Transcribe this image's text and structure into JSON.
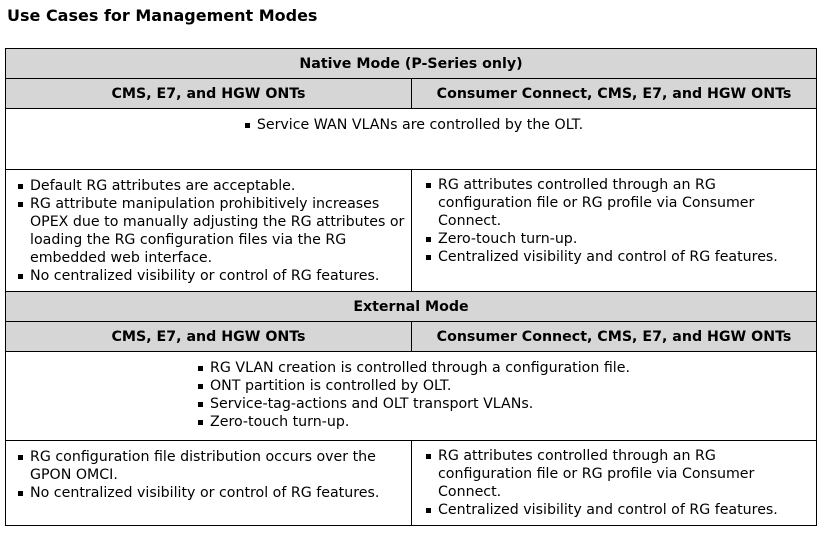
{
  "title": "Use Cases for Management Modes",
  "native": {
    "header": "Native Mode (P-Series only)",
    "col_left": "CMS, E7, and HGW ONTs",
    "col_right": "Consumer Connect, CMS, E7, and HGW ONTs",
    "shared": [
      "Service WAN VLANs are controlled by the OLT."
    ],
    "left": [
      "Default RG attributes are acceptable.",
      "RG attribute manipulation prohibitively increases OPEX due to manually adjusting the RG attributes or loading the RG configuration files via the RG embedded web interface.",
      "No centralized visibility or control of RG features."
    ],
    "right": [
      "RG attributes controlled through an RG configuration file or RG profile via Consumer Connect.",
      "Zero-touch turn-up.",
      "Centralized visibility and control of RG features."
    ]
  },
  "external": {
    "header": "External Mode",
    "col_left": "CMS, E7, and HGW ONTs",
    "col_right": "Consumer Connect, CMS, E7, and HGW ONTs",
    "shared": [
      "RG VLAN creation is controlled through a configuration file.",
      "ONT partition is controlled by OLT.",
      "Service-tag-actions and OLT transport VLANs.",
      "Zero-touch turn-up."
    ],
    "left": [
      "RG configuration file distribution occurs over the GPON OMCI.",
      "No centralized visibility or control of RG features."
    ],
    "right": [
      "RG attributes controlled through an RG configuration file or RG profile via Consumer Connect.",
      "Centralized visibility and control of RG features."
    ]
  }
}
